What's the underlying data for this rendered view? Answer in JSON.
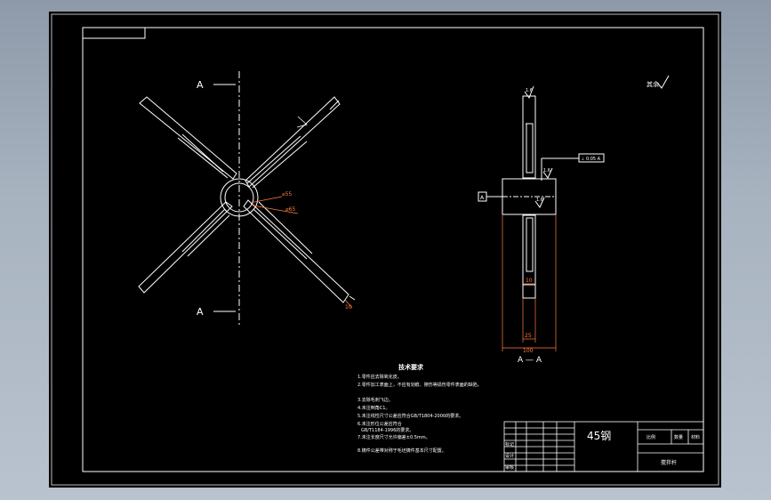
{
  "drawing": {
    "section_label_top": "A",
    "section_label_bottom": "A",
    "section_title": "A — A",
    "dia_inner": "⌀55",
    "dia_outer": "⌀65",
    "dim_right": "10",
    "dim_slot": "10",
    "dim_25": "25",
    "dim_100": "100",
    "datum_label": "A",
    "tolerance_frame": "⊥ 0.05 A",
    "roughness_value": "1.6",
    "other_roughness": "其余",
    "tech_title": "技术要求",
    "tech_lines": [
      "1.零件应去除氧化皮。",
      "2.零件加工表面上，不应有划痕、擦伤等损伤零件表面的缺陷。",
      "3.去除毛刺飞边。",
      "4.未注倒角C1。",
      "5.未注线性尺寸公差应符合GB/T1804-2000的要求。",
      "6.未注形位公差应符合",
      "GB/T1184-1996的要求。",
      "7.未注长度尺寸允许偏差±0.5mm。",
      "8.铸件公差带对称于毛坯铸件基本尺寸配置。"
    ],
    "title_material": "45钢",
    "title_small_left": "比例",
    "title_small_mid": "数量",
    "title_small_right": "材料",
    "title_bottom": "搅拌杆",
    "title_left_1": "标记",
    "title_left_2": "设计",
    "title_left_3": "审核"
  },
  "colors": {
    "background": "#000000",
    "lines": "#ffffff",
    "dimension": "#ff7f3f",
    "frame_outer": "#c0c0c0"
  }
}
